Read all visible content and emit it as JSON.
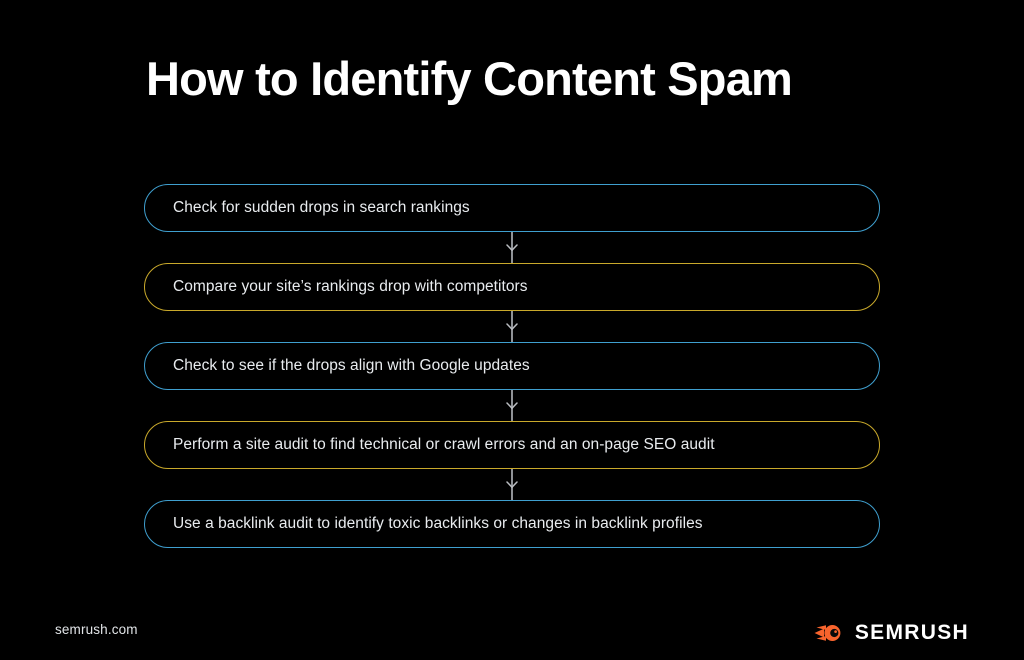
{
  "page": {
    "title": "How to Identify Content Spam",
    "background_color": "#000000",
    "text_color": "#e9ecef"
  },
  "theme": {
    "accent_blue": "#3f9fcf",
    "accent_yellow": "#c9a92b",
    "connector_color": "#8f9296",
    "brand_orange": "#f8642d"
  },
  "flow": {
    "steps": [
      {
        "label": "Check for sudden drops in search rankings",
        "accent": "blue"
      },
      {
        "label": "Compare your site’s rankings drop with competitors",
        "accent": "yellow"
      },
      {
        "label": "Check to see if the drops align with Google updates",
        "accent": "blue"
      },
      {
        "label": "Perform a site audit to find technical or crawl errors and an on-page SEO audit",
        "accent": "yellow"
      },
      {
        "label": "Use a backlink audit to identify toxic backlinks or changes in backlink profiles",
        "accent": "blue"
      }
    ],
    "connector_icon": "arrow-down-icon"
  },
  "footer": {
    "url": "semrush.com",
    "brand_name": "SEMRUSH",
    "brand_mark_icon": "semrush-comet-icon"
  }
}
